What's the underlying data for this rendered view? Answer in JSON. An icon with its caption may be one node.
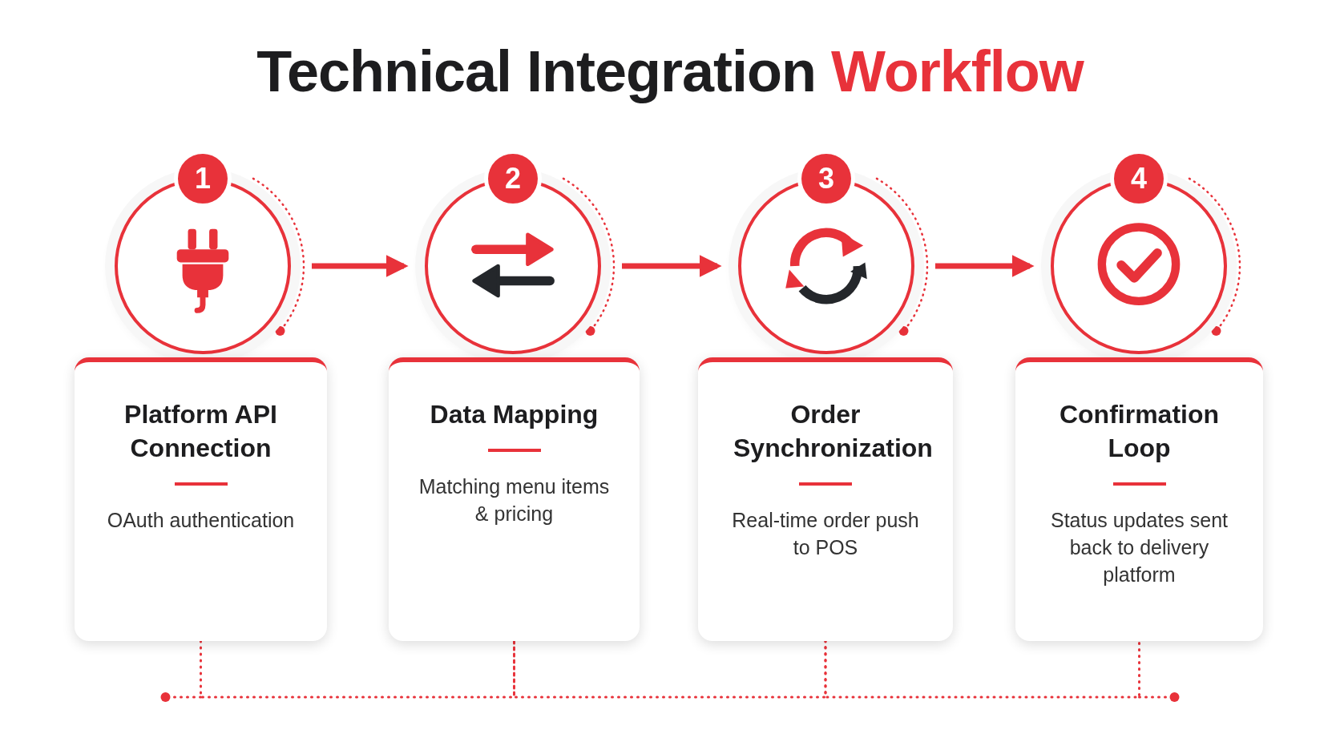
{
  "diagram": {
    "title": "Technical Integration Workflow",
    "nodes": [
      {
        "text": [
          "1"
        ]
      },
      {
        "text": [
          "Platform API Connection",
          "OAuth authentication"
        ]
      },
      {
        "text": [
          "2"
        ]
      },
      {
        "text": [
          "Data Mapping",
          "Matching menu items & pricing"
        ]
      },
      {
        "text": [
          "3"
        ]
      },
      {
        "text": [
          "Order Synchronization",
          "Real-time order push to POS"
        ]
      },
      {
        "text": [
          "4"
        ]
      },
      {
        "text": [
          "Confirmation Loop",
          "Status updates sent back to delivery platform"
        ]
      }
    ],
    "edges": [
      {
        "from": 0,
        "to": 2,
        "arrow": "to",
        "style": "thick"
      },
      {
        "from": 2,
        "to": 4,
        "arrow": "to",
        "style": "thick"
      },
      {
        "from": 4,
        "to": 6,
        "arrow": "to",
        "style": "thick"
      },
      {
        "from": 1,
        "to": 3,
        "arrow": "none",
        "style": "dashed"
      },
      {
        "from": 3,
        "to": 5,
        "arrow": "none",
        "style": "dashed"
      },
      {
        "from": 5,
        "to": 7,
        "arrow": "none",
        "style": "dashed"
      }
    ]
  }
}
